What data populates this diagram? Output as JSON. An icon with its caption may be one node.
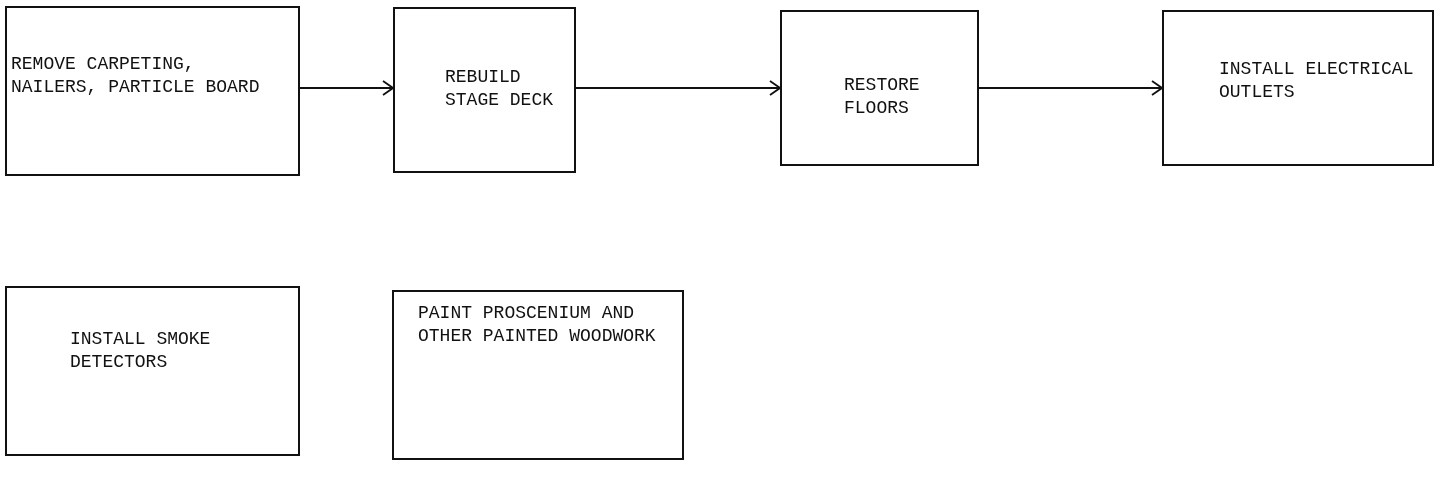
{
  "diagram": {
    "nodes": [
      {
        "text": [
          "REMOVE CARPETING, NAILERS, PARTICLE BOARD"
        ]
      },
      {
        "text": [
          "REBUILD STAGE DECK"
        ]
      },
      {
        "text": [
          "RESTORE FLOORS"
        ]
      },
      {
        "text": [
          "INSTALL ELECTRICAL OUTLETS"
        ]
      },
      {
        "text": [
          "INSTALL SMOKE DETECTORS"
        ]
      },
      {
        "text": [
          "PAINT PROSCENIUM AND OTHER PAINTED WOODWORK"
        ]
      }
    ],
    "edges": [
      {
        "from": 0,
        "to": 1,
        "arrow": "to"
      },
      {
        "from": 1,
        "to": 2,
        "arrow": "to"
      },
      {
        "from": 2,
        "to": 3,
        "arrow": "to"
      }
    ]
  }
}
